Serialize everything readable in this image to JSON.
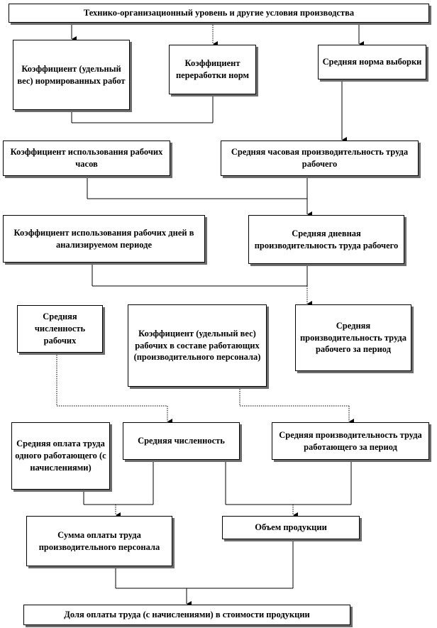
{
  "boxes": {
    "top": "Технико-организационный уровень и другие условия производства",
    "coef_norm": "Коэффициент (удельный вес) нормированных работ",
    "coef_over": "Коэффициент переработки норм",
    "avg_norm": "Средняя норма выборки",
    "coef_hours": "Коэффициент использования рабочих часов",
    "hourly": "Средняя часовая производительность труда рабочего",
    "coef_days": "Коэффициент использования рабочих дней в анализируемом периоде",
    "daily": "Средняя дневная производительность труда рабочего",
    "avg_workers": "Средняя численность рабочих",
    "coef_share": "Коэффициент (удельный вес) рабочих в составе работающих (производительного персонала)",
    "period_worker": "Средняя производительность труда рабочего за период",
    "avg_pay": "Средняя оплата труда одного работающего (с начислениями)",
    "avg_count": "Средняя численность",
    "period_employee": "Средняя производительность труда работающего за период",
    "pay_sum": "Сумма оплаты труда производительного персонала",
    "volume": "Объем продукции",
    "bottom": "Доля оплаты труда (с начислениями) в стоимости продукции"
  }
}
